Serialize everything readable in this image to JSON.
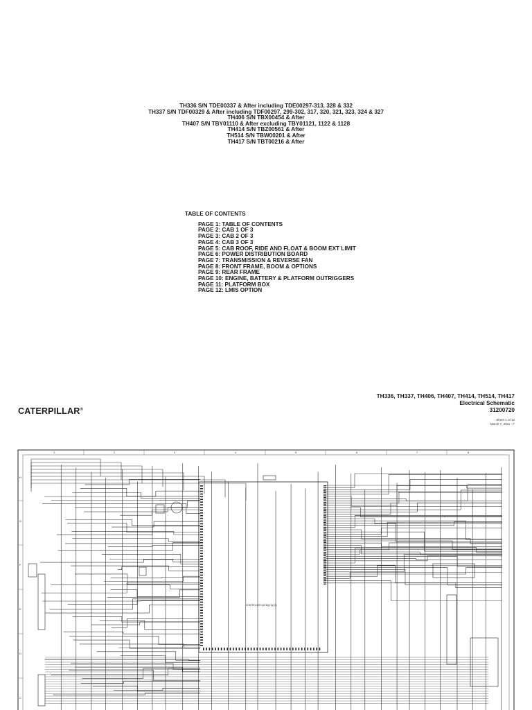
{
  "serial_lines": [
    "TH336 S/N TDE00337 & After including TDE00297-313, 328 & 332",
    "TH337 S/N TDF00329 & After including TDF00297, 299-302, 317, 320, 321, 323, 324 & 327",
    "TH406 S/N TBX00454 & After",
    "TH407 S/N TBY01110 & After excluding TBY01121, 1122 & 1128",
    "TH414 S/N TBZ00561 & After",
    "TH514 S/N TBW00201 & After",
    "TH417 S/N TBT00216 & After"
  ],
  "toc": {
    "title": "TABLE OF CONTENTS",
    "pages": [
      "PAGE 1: TABLE OF CONTENTS",
      "PAGE 2: CAB 1 OF 3",
      "PAGE 3: CAB 2 OF 3",
      "PAGE 4: CAB 3 OF 3",
      "PAGE 5: CAB ROOF, RIDE AND FLOAT & BOOM EXT LIMIT",
      "PAGE 6: POWER DISTRIBUTION BOARD",
      "PAGE 7: TRANSMISSION & REVERSE FAN",
      "PAGE 8: FRONT FRAME, BOOM & OPTIONS",
      "PAGE 9: REAR FRAME",
      "PAGE 10: ENGINE, BATTERY & PLATFORM OUTRIGGERS",
      "PAGE 11: PLATFORM BOX",
      "PAGE 12: LMIS OPTION"
    ]
  },
  "brand": {
    "name": "CATERPILLAR",
    "mark": "®"
  },
  "title_block": {
    "models": "TH336, TH337, TH406, TH407, TH414, TH514, TH417",
    "doc_type": "Electrical Schematic",
    "doc_number": "31200720",
    "sheet": "Sheet 1 of 12",
    "date": "March 7, 2011 - F"
  },
  "schematic": {
    "column_markers": [
      "1",
      "2",
      "3",
      "4",
      "5",
      "6",
      "7",
      "8"
    ],
    "row_markers": [
      "H",
      "G",
      "F",
      "E",
      "D",
      "C"
    ],
    "controller_label": "CONTROLLER (MCM)(X1)(X2)"
  }
}
